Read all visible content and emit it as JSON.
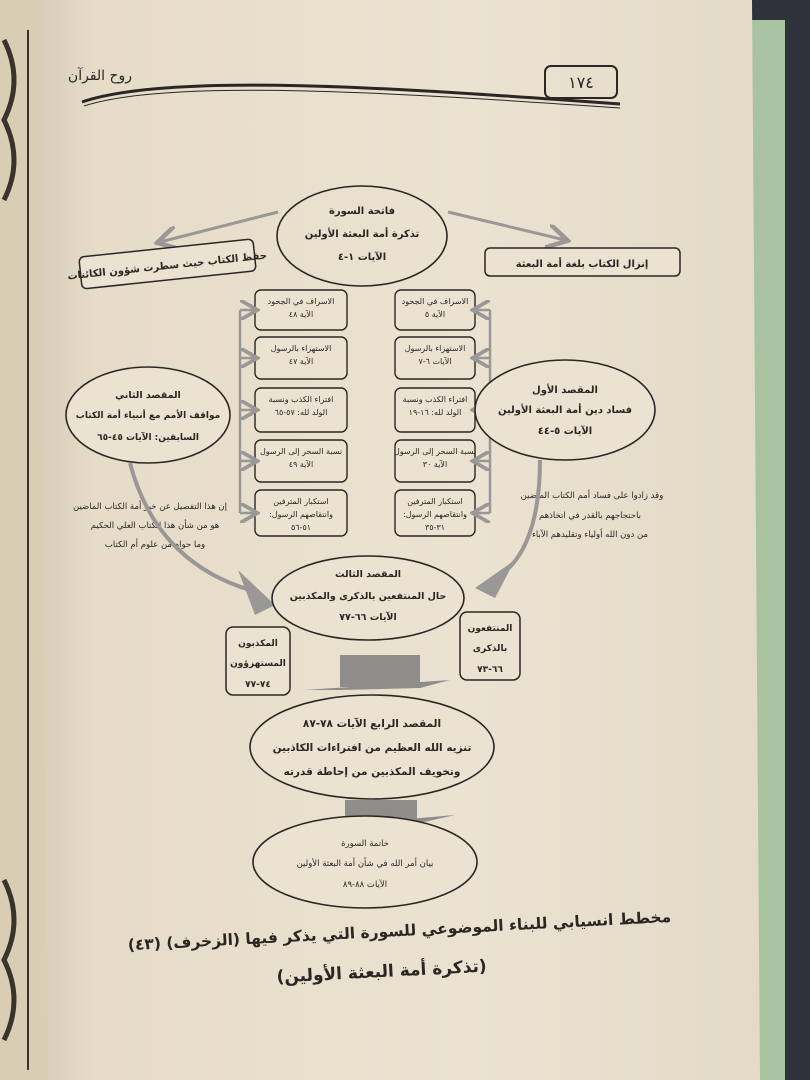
{
  "header": {
    "book_title": "روح القرآن",
    "page_number": "١٧٤"
  },
  "diagram": {
    "opening": {
      "title": "فاتحة السورة",
      "subtitle": "تذكرة أمة البعثة الأولين",
      "verses": "الآيات ١-٤"
    },
    "left_top_box": "حفظ الكتاب حيث سطرت شؤون الكائنات",
    "right_top_box": "إنزال الكتاب بلغة أمة البعثة",
    "first_aim": {
      "title": "المقصد الأول",
      "subtitle": "فساد دين أمة البعثة الأولين",
      "verses": "الآيات ٥-٤٤"
    },
    "first_aim_note": [
      "وقد زادوا على فساد أمم الكتاب الماضين",
      "باحتجاجهم بالقدر في اتخاذهم",
      "من دون الله أولياء وتقليدهم الآباء"
    ],
    "second_aim": {
      "title": "المقصد الثاني",
      "line1": "مواقف الأمم مع أنبياء أمة الكتاب",
      "line2": "السابقين: الآيات ٤٥-٦٥"
    },
    "second_aim_note": [
      "إن هذا التفصيل عن خبر أمة الكتاب الماضين",
      "هو من شأن هذا الكتاب العلي الحكيم",
      "وما حواه من علوم أم الكتاب"
    ],
    "right_column": [
      {
        "line1": "الاسراف في الجحود",
        "line2": "الآية ٥"
      },
      {
        "line1": "الاستهزاء بالرسول",
        "line2": "الآيات ٦-٧"
      },
      {
        "line1": "افتراء الكذب ونسبة",
        "line2": "الولد لله: ١٦-١٩"
      },
      {
        "line1": "نسبة السحر إلى الرسول",
        "line2": "الآية ٣٠"
      },
      {
        "line1": "استكبار المترفين",
        "line2": "وانتقاصهم الرسول:",
        "line3": "٣١-٣٥"
      }
    ],
    "left_column": [
      {
        "line1": "الاسراف في الجحود",
        "line2": "الآية ٤٨"
      },
      {
        "line1": "الاستهزاء بالرسول",
        "line2": "الآية ٤٧"
      },
      {
        "line1": "افتراء الكذب ونسبة",
        "line2": "الولد لله: ٥٧-٦٥"
      },
      {
        "line1": "نسبة السحر إلى الرسول",
        "line2": "الآية ٤٩"
      },
      {
        "line1": "استكبار المترفين",
        "line2": "وانتقاصهم الرسول:",
        "line3": "٥١-٥٦"
      }
    ],
    "third_aim": {
      "title": "المقصد الثالث",
      "subtitle": "حال المنتفعين بالذكرى والمكذبين",
      "verses": "الآيات ٦٦-٧٧"
    },
    "beneficiaries_box": {
      "line1": "المنتفعون",
      "line2": "بالذكرى",
      "line3": "٦٦-٧٣"
    },
    "deniers_box": {
      "line1": "المكذبون",
      "line2": "المستهزؤون",
      "line3": "٧٤-٧٧"
    },
    "fourth_aim": {
      "title": "المقصد الرابع  الآيات ٧٨-٨٧",
      "line1": "تنزيه الله العظيم من افتراءات الكاذبين",
      "line2": "وتخويف المكذبين من إحاطة قدرته"
    },
    "closing": {
      "title": "خاتمة السورة",
      "subtitle": "بيان أمر الله في شأن أمة البعثة الأولين",
      "verses": "الآيات ٨٨-٨٩"
    }
  },
  "caption": {
    "line1": "مخطط انسيابي للبناء الموضوعي للسورة التي يذكر فيها (الزخرف) (٤٣)",
    "line2": "(تذكرة أمة البعثة الأولين)"
  },
  "colors": {
    "paper": "#e8dfcd",
    "ink": "#2a2623",
    "arrow": "#9a9896",
    "book_edge": "#a9c3a0"
  }
}
